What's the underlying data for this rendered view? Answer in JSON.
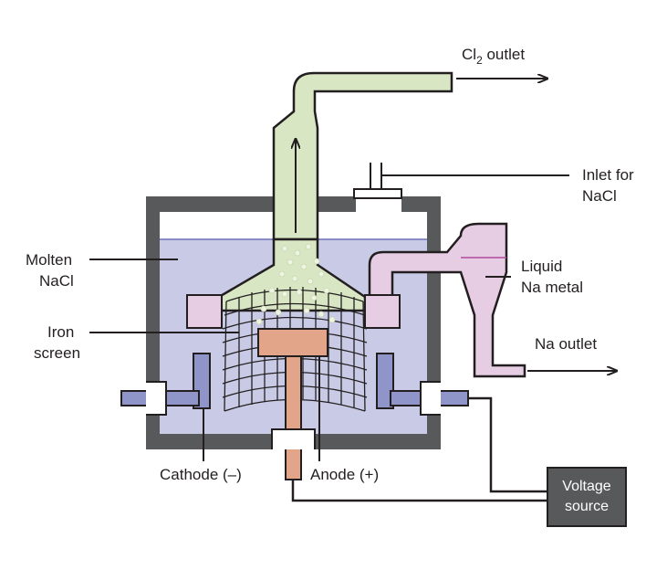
{
  "labels": {
    "cl2_outlet": {
      "formula_main": "Cl",
      "formula_sub": "2",
      "text": " outlet"
    },
    "inlet_line1": "Inlet for",
    "inlet_line2": "NaCl",
    "molten_line1": "Molten",
    "molten_line2": "NaCl",
    "iron_line1": "Iron",
    "iron_line2": "screen",
    "liquid_line1": "Liquid",
    "liquid_line2": "Na metal",
    "na_outlet": "Na outlet",
    "cathode": "Cathode (–)",
    "anode": "Anode (+)",
    "voltage_line1": "Voltage",
    "voltage_line2": "source"
  },
  "colors": {
    "wall": "#58595b",
    "molten_nacl": "#c9cbe6",
    "chlorine_gas": "#d8e6c4",
    "liquid_na": "#e6cde3",
    "anode": "#e2a58a",
    "electrode": "#8f95c8",
    "voltage_box": "#58595b",
    "line": "#231f20"
  }
}
